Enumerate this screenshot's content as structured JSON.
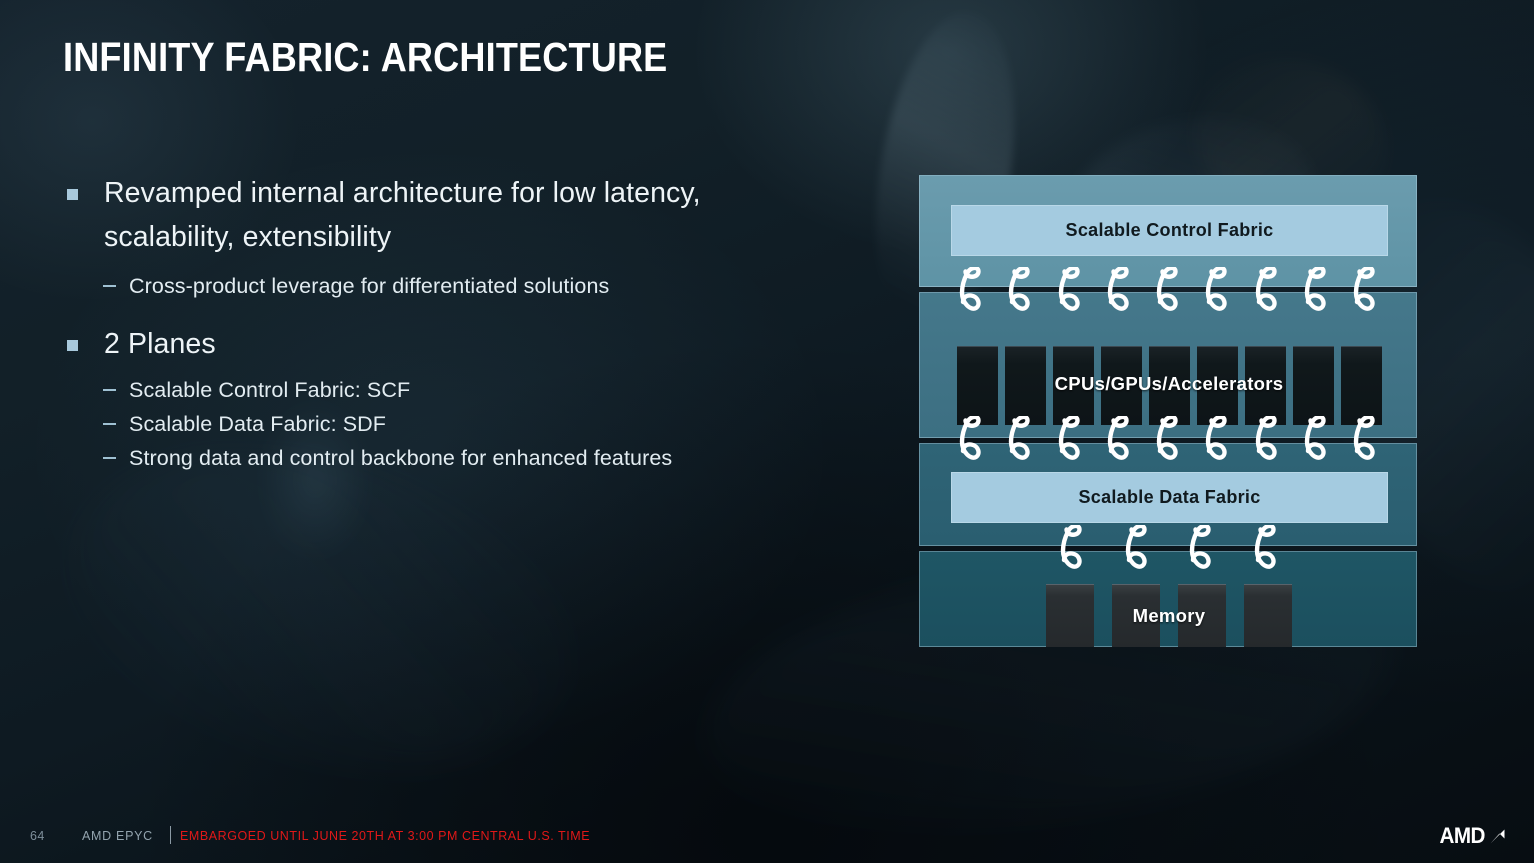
{
  "slide": {
    "title": "INFINITY FABRIC: ARCHITECTURE",
    "page_number": "64"
  },
  "bullets": [
    {
      "level": 1,
      "text": "Revamped internal architecture for low latency, scalability, extensibility"
    },
    {
      "level": 2,
      "text": "Cross-product leverage for differentiated solutions"
    },
    {
      "level": 1,
      "text": "2 Planes"
    },
    {
      "level": 2,
      "text": "Scalable Control Fabric: SCF"
    },
    {
      "level": 2,
      "text": "Scalable Data Fabric: SDF"
    },
    {
      "level": 2,
      "text": "Strong data and control backbone for enhanced features"
    }
  ],
  "diagram": {
    "control_fabric_label": "Scalable Control Fabric",
    "compute_label": "CPUs/GPUs/Accelerators",
    "data_fabric_label": "Scalable Data Fabric",
    "memory_label": "Memory",
    "compute_block_count": 9,
    "memory_block_count": 4,
    "connectors_top_count": 9,
    "connectors_middle_count": 9,
    "connectors_bottom_count": 4,
    "connector_icon": "infinity-link-icon",
    "colors": {
      "panel_top": "#5e93a5",
      "panel_middle": "#3c6f82",
      "panel_data": "#2a5e70",
      "panel_memory": "#1b4f5e",
      "fabric_bar": "#a4cbe0",
      "compute_block": "#0d1417",
      "memory_block": "#25292c",
      "connector": "#ffffff"
    }
  },
  "footer": {
    "page_number": "64",
    "brand": "AMD EPYC",
    "separator": "|",
    "embargo": "EMBARGOED UNTIL JUNE 20TH AT 3:00 PM CENTRAL U.S. TIME",
    "logo_text": "AMD",
    "logo_icon": "amd-arrow-icon",
    "embargo_color": "#e01818"
  }
}
